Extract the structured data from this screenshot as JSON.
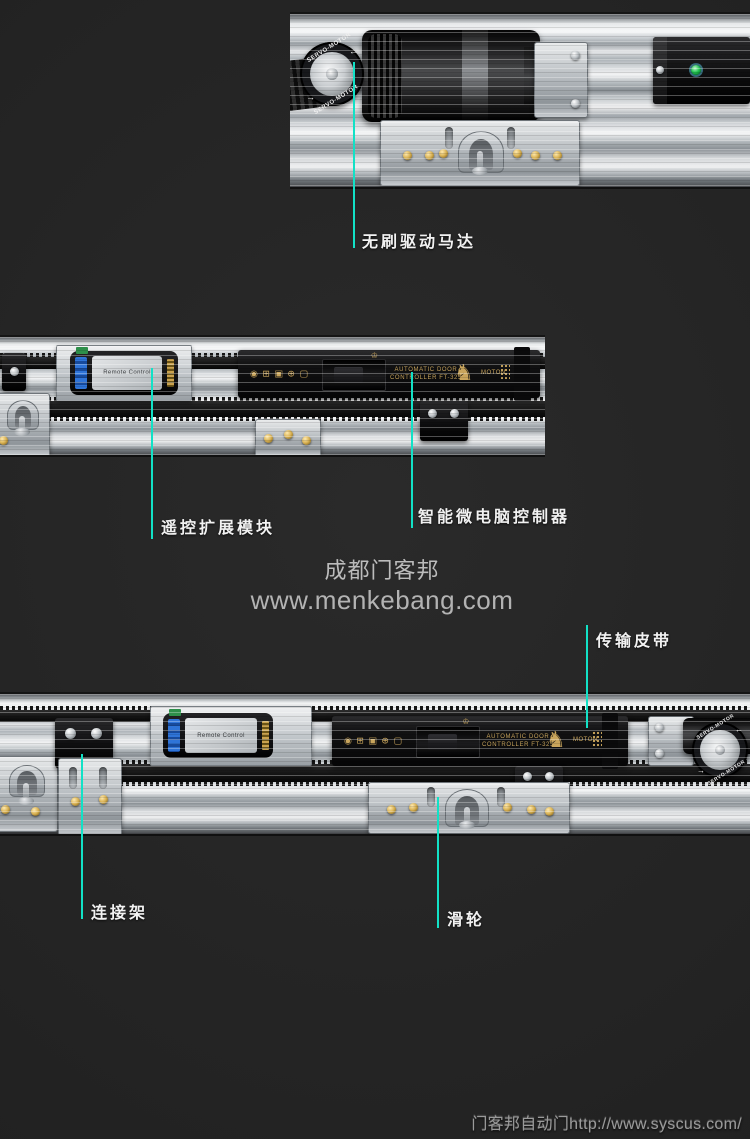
{
  "colors": {
    "background": "#242424",
    "accent": "#12e1c6",
    "label_text": "#f2f2f2",
    "gold": "#c9a55c"
  },
  "labels": {
    "motor": "无刷驱动马达",
    "remote_module": "遥控扩展模块",
    "controller": "智能微电脑控制器",
    "belt": "传输皮带",
    "bracket": "连接架",
    "pulley": "滑轮"
  },
  "watermarks": {
    "center_brand": "成都门客邦",
    "center_url": "www.menkebang.com",
    "footer": "门客邦自动门http://www.syscus.com/"
  },
  "hardware_text": {
    "servo_ring_top": "SERVO-MOTOR",
    "servo_ring_bottom": "SERVO-MOTOR",
    "servo_arrow_top": "←",
    "servo_arrow_bottom": "→",
    "remote_label": "Remote Control",
    "controller_emblem": "♔",
    "controller_icons": "◉ ⊞ ▣ ⊕ ▢",
    "controller_line1": "AUTOMATIC DOOR",
    "controller_line2": "CONTROLLER FT-325",
    "controller_brand": "MOTON",
    "controller_horse": "♞"
  }
}
